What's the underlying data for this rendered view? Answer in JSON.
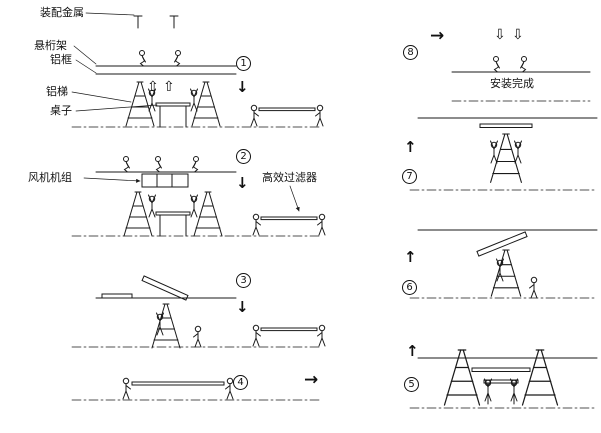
{
  "labels": {
    "assembly_metal": "装配金属",
    "suspension_truss": "悬桁架",
    "aluminum_frame": "铝框",
    "aluminum_ladder": "铝梯",
    "table": "桌子",
    "fan_unit": "风机机组",
    "hepa_filter": "高效过滤器",
    "install_complete": "安装完成"
  },
  "steps": [
    {
      "num": "1"
    },
    {
      "num": "2"
    },
    {
      "num": "3"
    },
    {
      "num": "4"
    },
    {
      "num": "5"
    },
    {
      "num": "6"
    },
    {
      "num": "7"
    },
    {
      "num": "8"
    }
  ],
  "arrows": {
    "down": "↓",
    "up": "↑",
    "right": "→",
    "hollow_up": "⇧",
    "hollow_down": "⇩"
  },
  "colors": {
    "line": "#1a1a1a",
    "background": "#ffffff"
  }
}
